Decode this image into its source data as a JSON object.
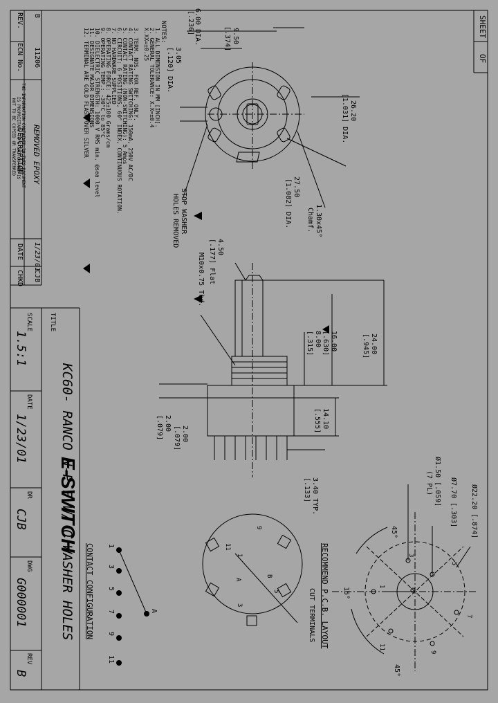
{
  "sheet": {
    "label": "SHEET",
    "of": "OF"
  },
  "revision_table": {
    "rev_header": "REV.",
    "ecn_header": "ECN No.",
    "description_header": "DESCRIPTION",
    "date_header": "DATE",
    "chkd_header": "CHKD",
    "row": {
      "rev": "B",
      "ecn": "11206",
      "description": "REMOVED EPOXY",
      "date": "1/23/01",
      "chkd": "CJB"
    }
  },
  "proprietary_notice": [
    "THE INFORMATION CONTAINED IN THIS DOCUMENT",
    "IS PROPRIETARY TO E-SWITCH AND IS",
    "NOT TO BE COPIED OR TRANSFERRED"
  ],
  "notes": {
    "header": "NOTES:",
    "lines": [
      "1.  ALL DIMENSION IN MM [INCH].",
      "2.  GENERAL TOLERANCE: X.X=±0.4",
      "                      X.XX=±0.25",
      "3.  TERM. NOS. FOR REF. ONLY.",
      "4.  CONTACT RATING SWITCHING: 150mA, 250V AC/DC",
      "5.  CONTACT RATING (NON-SWITCHING): 5 Amps",
      "6.  CIRCUIT: 6 POSITIONS, 60° INDEX, CONTINUOUS ROTATION.",
      "7.  NO HARDWARE SUPPLIED",
      "8.  OPERATING FORCE: 425±100 Grams/cm",
      "9.  OPERATING TEMP.: -30°C to 85°C",
      "10. DIELECTRIC STRENGTH: 1000 V RMS min. @sea level",
      "11. DESIGNATE MAJOR DIMENSIONS",
      "12. TERMINAL ARE GOLD FLASH OVER SILVER"
    ]
  },
  "title_block": {
    "title_label": "TITLE",
    "title": "KC60- RANCO N-P-F  W/ O WASHER HOLES",
    "scale_label": "SCALE",
    "scale": "1.5:1",
    "date_label": "DATE",
    "date": "1/23/01",
    "dr_label": "DR",
    "dr": "CJB",
    "dwg_label": "DWG",
    "dwg": "G000001",
    "rev_label": "REV",
    "rev": "B",
    "logo": "E-SWITCH"
  },
  "dimensions": {
    "dia_600": "6.00 DIA.",
    "dia_600_in": "[.236]",
    "d_950": "9.50",
    "d_950_in": "[.374]",
    "d_305": "3.05",
    "d_305_in": "[.120] DIA.",
    "d_2620": "26.20",
    "d_2620_in": "[1.031] DIA.",
    "d_2750": "27.50",
    "d_2750_in": "[1.082] DIA.",
    "stop_washer": "STOP WASHER",
    "holes_removed": "HOLES REMOVED",
    "chamf": "1.30x45°",
    "chamf2": "Chamf.",
    "d_450": "4.50",
    "d_450_in": "[.177] Flat",
    "thread": "M10x0.75 Thd.",
    "d_2400": "24.00",
    "d_2400_in": "[.945]",
    "d_1600": "16.00",
    "d_1600_in": "[.630]",
    "d_800": "8.00",
    "d_800_in": "[.315]",
    "d_1410": "14.10",
    "d_1410_in": "[.555]",
    "d_200a": "2.00",
    "d_200a_in": "[.079]",
    "d_200b": "2.00",
    "d_200b_in": "[.079]",
    "d_340": "3.40 TYP.",
    "d_340_in": "[.133]"
  },
  "pcb_layout": {
    "title": "RECOMMEND P.C.B. LAYOUT",
    "cut_terminals": "CUT TERMINALS",
    "dia_2220": "Ø22.20 [.874]",
    "dia_770": "Ø7.70 [.303]",
    "dia_150": "Ø1.50 [.059]",
    "pl": "(7 PL)",
    "angle_45a": "45°",
    "angle_15": "15°",
    "angle_45b": "45°",
    "pins": [
      "1",
      "3",
      "5",
      "7",
      "9",
      "11"
    ]
  },
  "contact_config": {
    "title": "CONTACT CONFIGURATION",
    "positions": [
      "1",
      "3",
      "5",
      "7",
      "9",
      "11"
    ],
    "common": "A"
  },
  "bottom_view_labels": [
    "9",
    "11",
    "1",
    "B",
    "A",
    "5",
    "3"
  ]
}
